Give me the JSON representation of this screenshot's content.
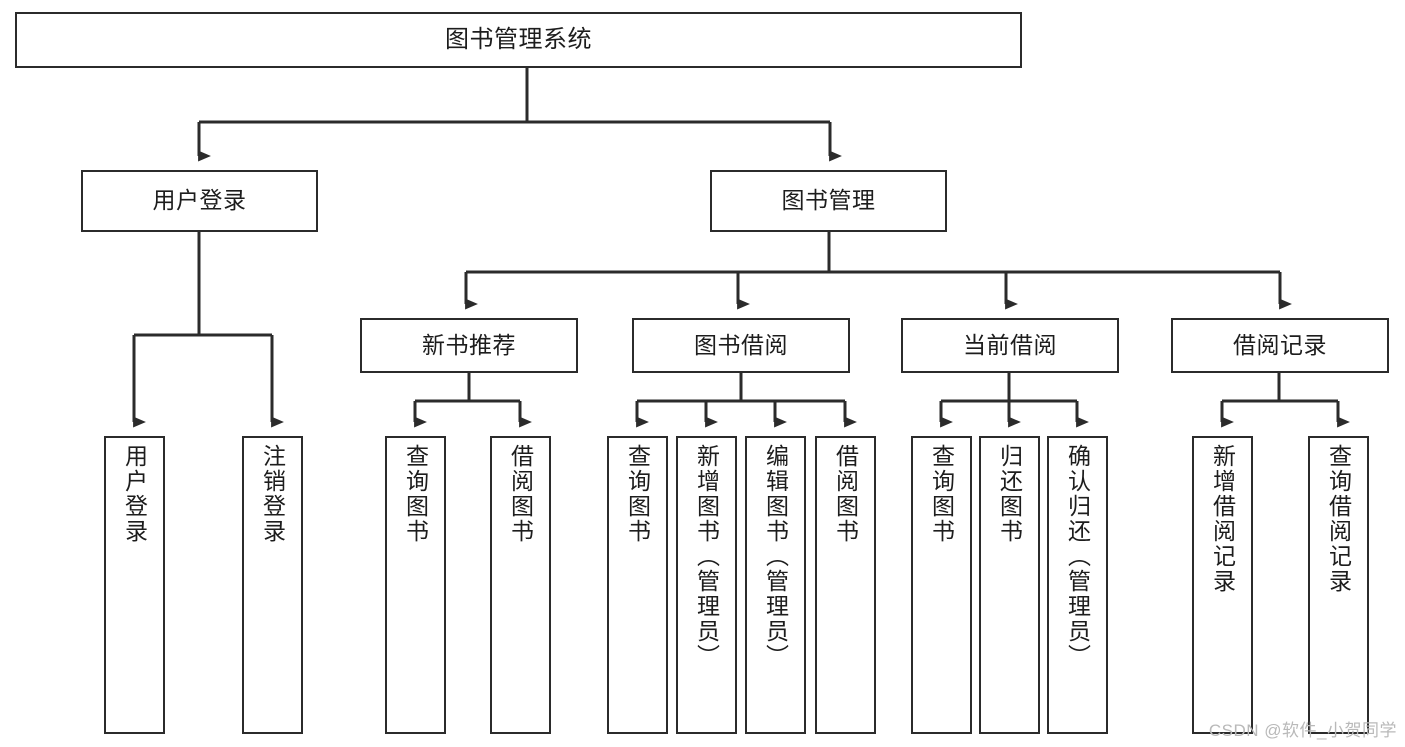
{
  "diagram": {
    "title": "图书管理系统",
    "type": "tree-hierarchy-chart",
    "root": {
      "label": "图书管理系统"
    },
    "level2": [
      {
        "label": "用户登录"
      },
      {
        "label": "图书管理"
      }
    ],
    "level3": [
      {
        "label": "新书推荐"
      },
      {
        "label": "图书借阅"
      },
      {
        "label": "当前借阅"
      },
      {
        "label": "借阅记录"
      }
    ],
    "leaves": [
      {
        "label": "用户登录"
      },
      {
        "label": "注销登录"
      },
      {
        "label": "查询图书"
      },
      {
        "label": "借阅图书"
      },
      {
        "label": "查询图书"
      },
      {
        "label": "新增图书（管理员）"
      },
      {
        "label": "编辑图书（管理员）"
      },
      {
        "label": "借阅图书"
      },
      {
        "label": "查询图书"
      },
      {
        "label": "归还图书"
      },
      {
        "label": "确认归还（管理员）"
      },
      {
        "label": "新增借阅记录"
      },
      {
        "label": "查询借阅记录"
      }
    ]
  },
  "watermark": {
    "text": "CSDN @软件_小贺同学"
  },
  "colors": {
    "stroke": "#2b2b2b",
    "background": "#ffffff",
    "text": "#1d1d1d",
    "watermark": "#b9b9b9"
  }
}
